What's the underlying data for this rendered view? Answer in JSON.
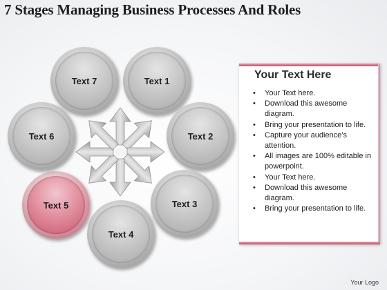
{
  "title": "7 Stages Managing Business  Processes And Roles",
  "colors": {
    "accent": "#c94d64",
    "highlight": "#e08b9b",
    "neutral": "#bdbdbd"
  },
  "stages": [
    {
      "label": "Text 1",
      "active": false
    },
    {
      "label": "Text 2",
      "active": false
    },
    {
      "label": "Text 3",
      "active": false
    },
    {
      "label": "Text 4",
      "active": false
    },
    {
      "label": "Text 5",
      "active": true
    },
    {
      "label": "Text 6",
      "active": false
    },
    {
      "label": "Text 7",
      "active": false
    }
  ],
  "panel": {
    "heading": "Your Text Here",
    "bullets": [
      "Your Text here.",
      "Download this awesome diagram.",
      "Bring your presentation to life.",
      "Capture your audience’s attention.",
      "All images are 100% editable in powerpoint.",
      "Your Text here.",
      "Download this awesome diagram.",
      "Bring your presentation to life."
    ]
  },
  "footer": "Your Logo"
}
